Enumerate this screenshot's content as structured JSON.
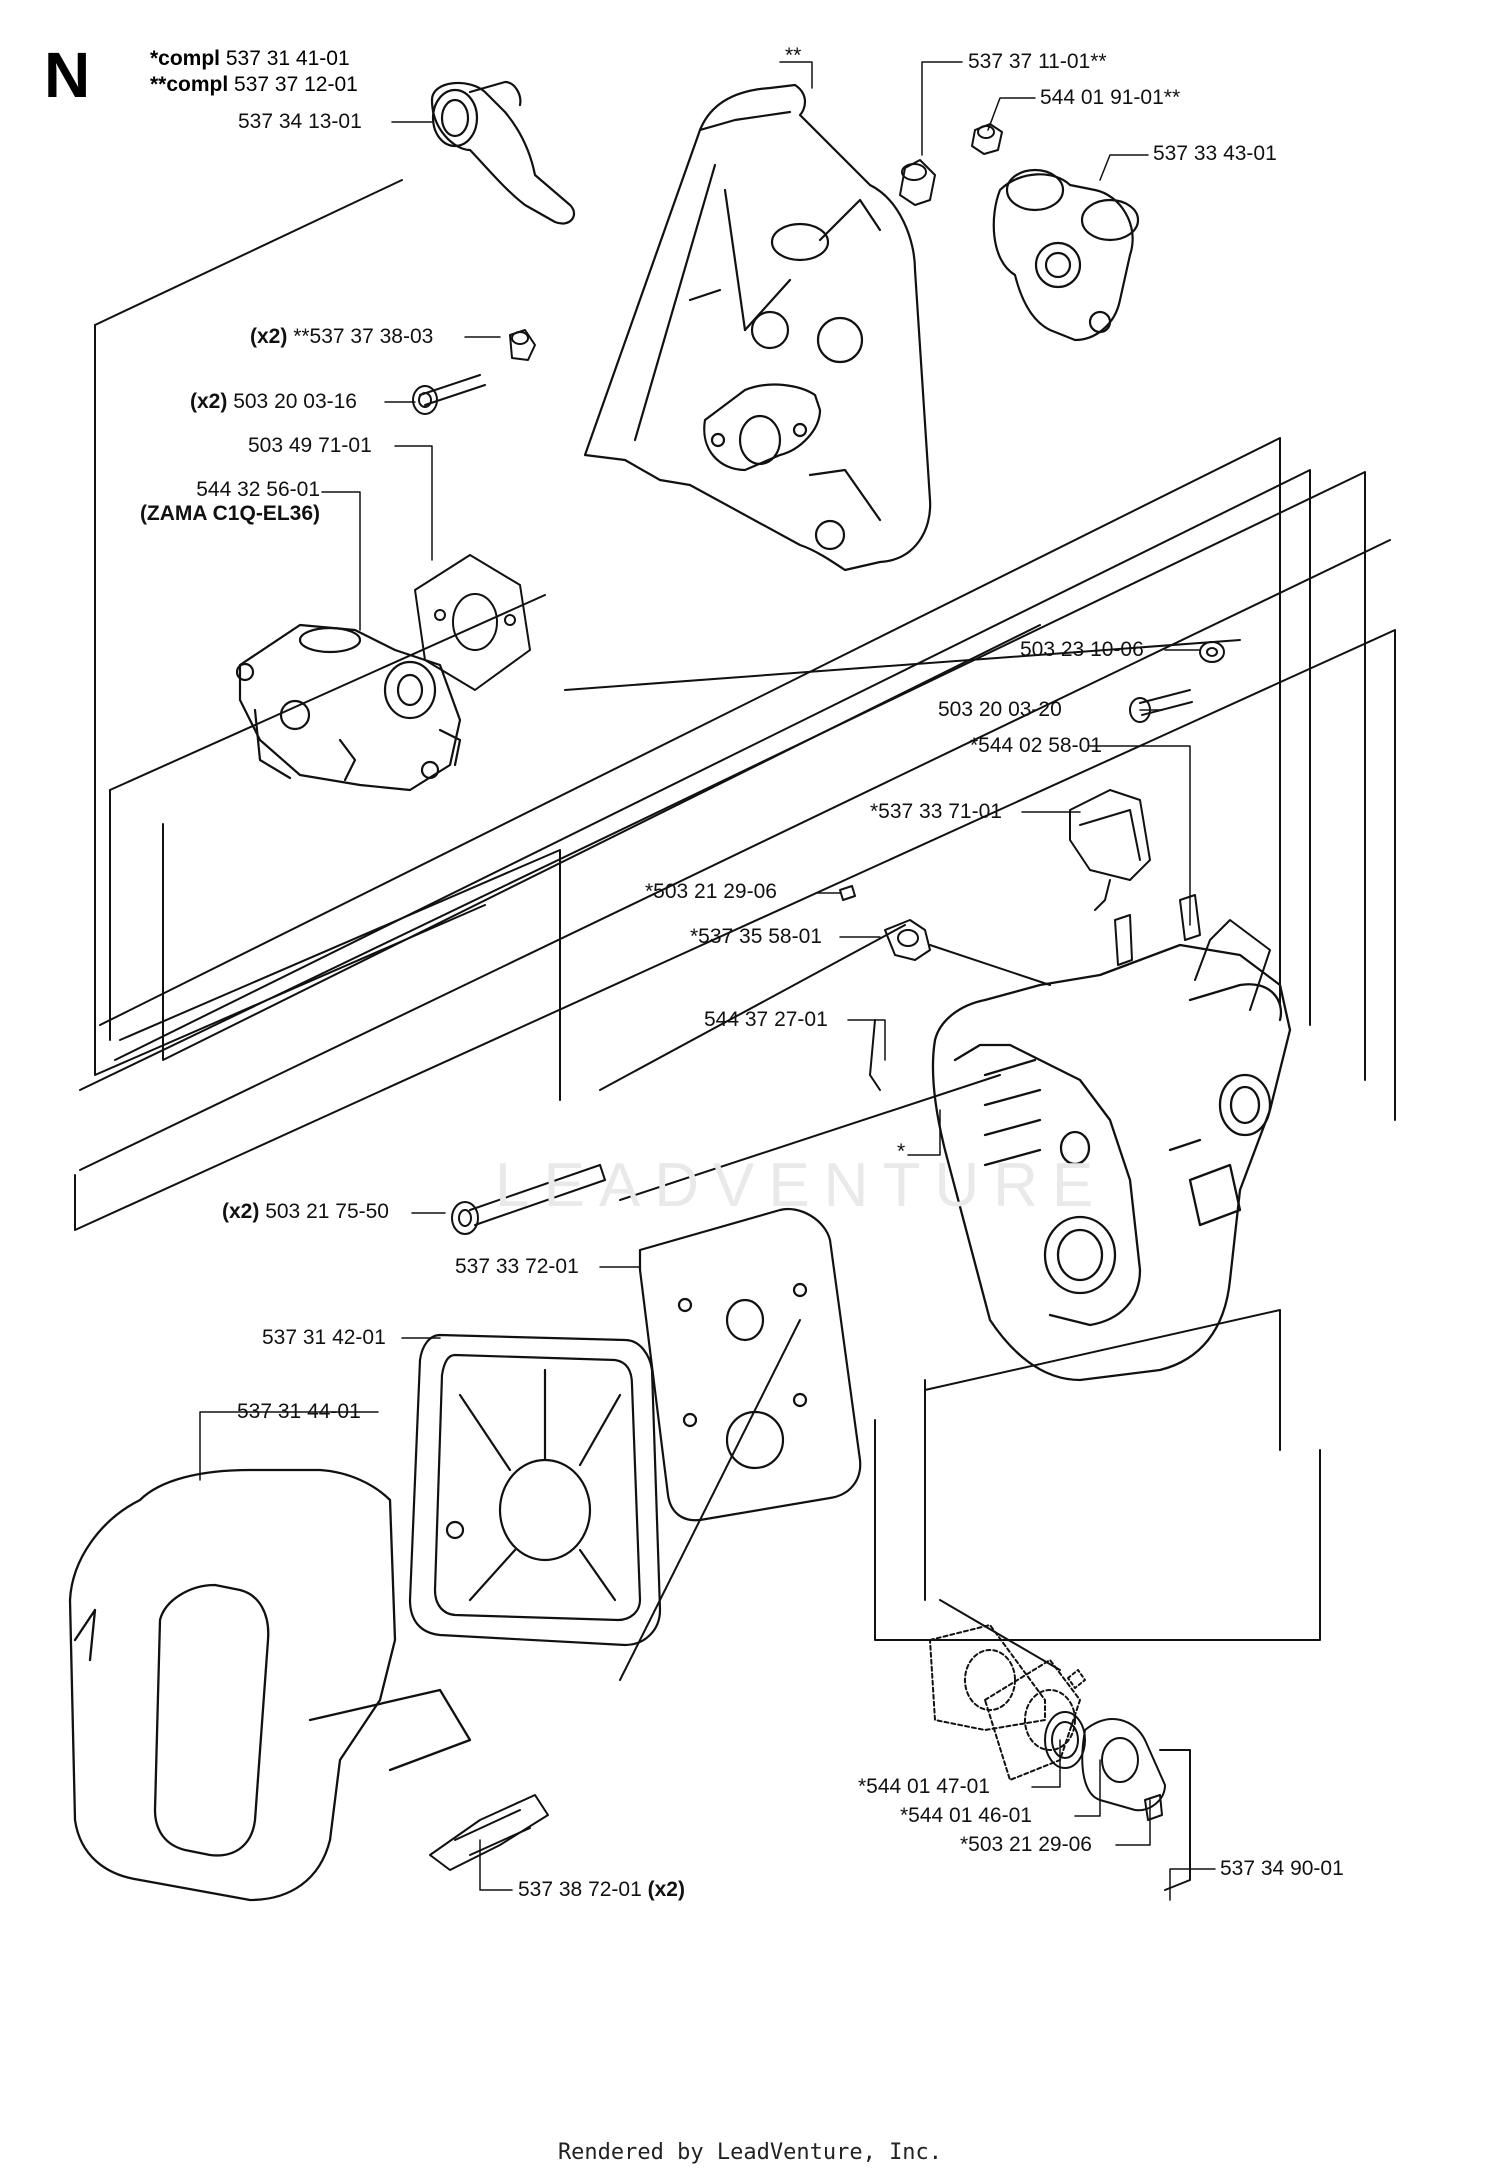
{
  "section": "N",
  "kits": [
    {
      "stars": "*compl",
      "part": "537 31 41-01"
    },
    {
      "stars": "**compl",
      "part": "537 37 12-01"
    }
  ],
  "callouts": [
    {
      "id": "c1",
      "part": "537 34 13-01"
    },
    {
      "id": "c2",
      "part": "**"
    },
    {
      "id": "c3",
      "part": "537 37 11-01**"
    },
    {
      "id": "c4",
      "part": "544 01 91-01**"
    },
    {
      "id": "c5",
      "part": "537 33 43-01"
    },
    {
      "id": "c6",
      "qty": "(x2)",
      "part": "**537 37 38-03"
    },
    {
      "id": "c7",
      "qty": "(x2)",
      "part": "503 20 03-16"
    },
    {
      "id": "c8",
      "part": "503 49 71-01"
    },
    {
      "id": "c9",
      "part": "544 32 56-01",
      "note": "(ZAMA C1Q-EL36)"
    },
    {
      "id": "c10",
      "part": "503 23 10-06"
    },
    {
      "id": "c11",
      "part": "503 20 03-20"
    },
    {
      "id": "c12",
      "part": "*544 02 58-01"
    },
    {
      "id": "c13",
      "part": "*537 33 71-01"
    },
    {
      "id": "c14",
      "part": "*503 21 29-06"
    },
    {
      "id": "c15",
      "part": "*537 35 58-01"
    },
    {
      "id": "c16",
      "part": "544 37 27-01"
    },
    {
      "id": "c17",
      "part": "*"
    },
    {
      "id": "c18",
      "qty": "(x2)",
      "part": "503 21 75-50"
    },
    {
      "id": "c19",
      "part": "537 33 72-01"
    },
    {
      "id": "c20",
      "part": "537 31 42-01"
    },
    {
      "id": "c21",
      "part": "537 31 44-01"
    },
    {
      "id": "c22",
      "part": "*544 01 47-01"
    },
    {
      "id": "c23",
      "part": "*544 01 46-01"
    },
    {
      "id": "c24",
      "part": "*503 21 29-06"
    },
    {
      "id": "c25",
      "part": "537 34 90-01"
    },
    {
      "id": "c26",
      "part": "537 38 72-01",
      "qty": "(x2)"
    }
  ],
  "watermark": "LEADVENTURE",
  "footer": "Rendered by LeadVenture, Inc."
}
